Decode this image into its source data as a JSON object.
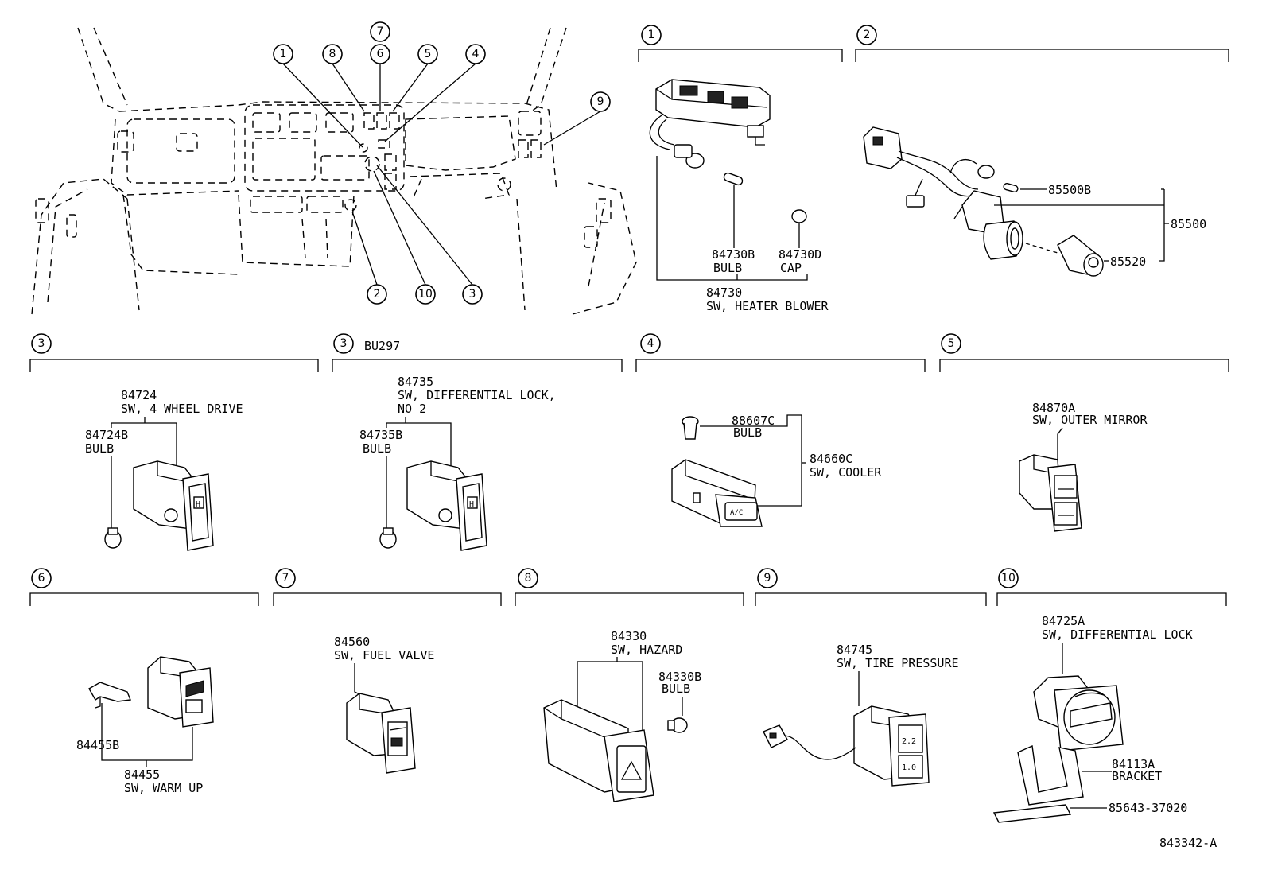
{
  "overview": {
    "callouts": [
      "1",
      "8",
      "7",
      "6",
      "5",
      "4",
      "9",
      "2",
      "10",
      "3"
    ]
  },
  "panels": [
    {
      "num": "1"
    },
    {
      "num": "2"
    },
    {
      "num": "3",
      "note": ""
    },
    {
      "num": "3",
      "note": "BU297"
    },
    {
      "num": "4"
    },
    {
      "num": "5"
    },
    {
      "num": "6"
    },
    {
      "num": "7"
    },
    {
      "num": "8"
    },
    {
      "num": "9"
    },
    {
      "num": "10"
    }
  ],
  "labels": {
    "p1": {
      "bulb_no": "84730B",
      "bulb": "BULB",
      "cap_no": "84730D",
      "cap": "CAP",
      "sw_no": "84730",
      "sw": "SW, HEATER BLOWER"
    },
    "p2": {
      "a": "85500B",
      "b": "85500",
      "c": "85520"
    },
    "p3": {
      "sw_no": "84724",
      "sw": "SW, 4 WHEEL DRIVE",
      "bulb_no": "84724B",
      "bulb": "BULB"
    },
    "p3b": {
      "sw_no": "84735",
      "sw": "SW, DIFFERENTIAL LOCK,",
      "sw2": "NO 2",
      "bulb_no": "84735B",
      "bulb": "BULB"
    },
    "p4": {
      "bulb_no": "88607C",
      "bulb": "BULB",
      "sw_no": "84660C",
      "sw": "SW, COOLER"
    },
    "p5": {
      "sw_no": "84870A",
      "sw": "SW, OUTER MIRROR"
    },
    "p6": {
      "part_no": "84455B",
      "sw_no": "84455",
      "sw": "SW, WARM UP"
    },
    "p7": {
      "sw_no": "84560",
      "sw": "SW, FUEL VALVE"
    },
    "p8": {
      "sw_no": "84330",
      "sw": "SW, HAZARD",
      "bulb_no": "84330B",
      "bulb": "BULB"
    },
    "p9": {
      "sw_no": "84745",
      "sw": "SW, TIRE PRESSURE"
    },
    "p10": {
      "sw_no": "84725A",
      "sw": "SW, DIFFERENTIAL LOCK",
      "br_no": "84113A",
      "br": "BRACKET",
      "pad_no": "85643-37020"
    }
  },
  "footer": {
    "code": "843342-A"
  }
}
